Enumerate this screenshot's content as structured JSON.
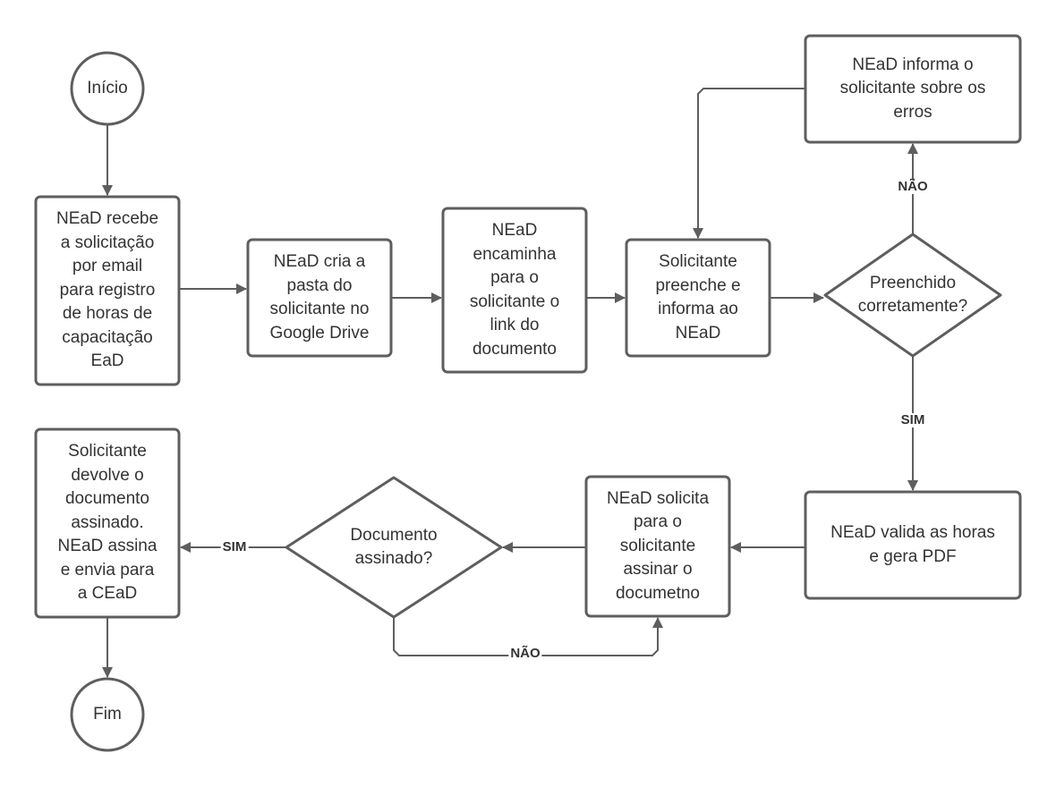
{
  "diagram": {
    "type": "flowchart",
    "colors": {
      "stroke": "#5e5e5e",
      "text": "#333333",
      "fill": "#ffffff"
    },
    "nodes": [
      {
        "id": "start",
        "shape": "circle",
        "lines": [
          "Início"
        ]
      },
      {
        "id": "receive",
        "shape": "process",
        "lines": [
          "NEaD recebe",
          "a solicitação",
          "por email",
          "para registro",
          "de horas de",
          "capacitação",
          "EaD"
        ]
      },
      {
        "id": "create-folder",
        "shape": "process",
        "lines": [
          "NEaD cria a",
          "pasta do",
          "solicitante no",
          "Google Drive"
        ]
      },
      {
        "id": "forward-link",
        "shape": "process",
        "lines": [
          "NEaD",
          "encaminha",
          "para o",
          "solicitante o",
          "link do",
          "documento"
        ]
      },
      {
        "id": "fill",
        "shape": "process",
        "lines": [
          "Solicitante",
          "preenche e",
          "informa ao",
          "NEaD"
        ]
      },
      {
        "id": "correct",
        "shape": "decision",
        "lines": [
          "Preenchido",
          "corretamente?"
        ]
      },
      {
        "id": "inform-errors",
        "shape": "process",
        "lines": [
          "NEaD informa o",
          "solicitante sobre os",
          "erros"
        ]
      },
      {
        "id": "validate",
        "shape": "process",
        "lines": [
          "NEaD valida as horas",
          "e gera PDF"
        ]
      },
      {
        "id": "request-sign",
        "shape": "process",
        "lines": [
          "NEaD solicita",
          "para o",
          "solicitante",
          "assinar o",
          "documetno"
        ]
      },
      {
        "id": "signed",
        "shape": "decision",
        "lines": [
          "Documento",
          "assinado?"
        ]
      },
      {
        "id": "return-doc",
        "shape": "process",
        "lines": [
          "Solicitante",
          "devolve o",
          "documento",
          "assinado.",
          "NEaD assina",
          "e envia para",
          "a CEaD"
        ]
      },
      {
        "id": "end",
        "shape": "circle",
        "lines": [
          "Fim"
        ]
      }
    ],
    "edges": [
      {
        "from": "start",
        "to": "receive",
        "label": ""
      },
      {
        "from": "receive",
        "to": "create-folder",
        "label": ""
      },
      {
        "from": "create-folder",
        "to": "forward-link",
        "label": ""
      },
      {
        "from": "forward-link",
        "to": "fill",
        "label": ""
      },
      {
        "from": "fill",
        "to": "correct",
        "label": ""
      },
      {
        "from": "correct",
        "to": "inform-errors",
        "label": "NÃO"
      },
      {
        "from": "inform-errors",
        "to": "fill",
        "label": ""
      },
      {
        "from": "correct",
        "to": "validate",
        "label": "SIM"
      },
      {
        "from": "validate",
        "to": "request-sign",
        "label": ""
      },
      {
        "from": "request-sign",
        "to": "signed",
        "label": ""
      },
      {
        "from": "signed",
        "to": "return-doc",
        "label": "SIM"
      },
      {
        "from": "signed",
        "to": "request-sign",
        "label": "NÃO"
      },
      {
        "from": "return-doc",
        "to": "end",
        "label": ""
      }
    ]
  }
}
